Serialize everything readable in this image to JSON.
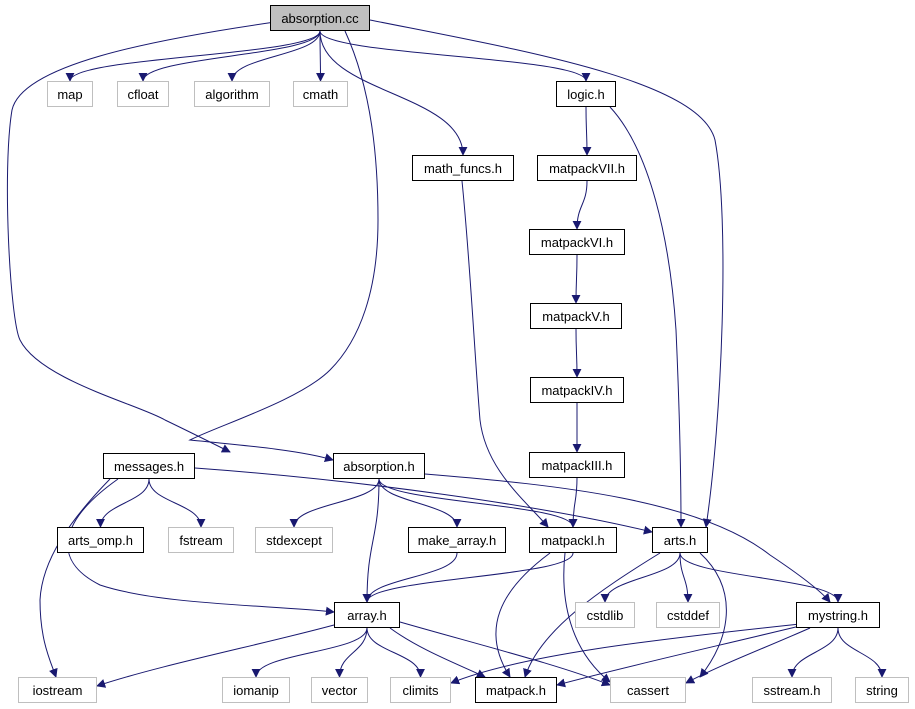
{
  "colors": {
    "edge": "#191970",
    "root_fill": "#bfbfbf",
    "local_border": "#000000",
    "system_border": "#bfbfbf"
  },
  "nodes": {
    "absorption_cc": {
      "label": "absorption.cc",
      "kind": "root"
    },
    "map": {
      "label": "map",
      "kind": "system"
    },
    "cfloat": {
      "label": "cfloat",
      "kind": "system"
    },
    "algorithm": {
      "label": "algorithm",
      "kind": "system"
    },
    "cmath": {
      "label": "cmath",
      "kind": "system"
    },
    "logic_h": {
      "label": "logic.h",
      "kind": "local"
    },
    "math_funcs_h": {
      "label": "math_funcs.h",
      "kind": "local"
    },
    "matpackVII_h": {
      "label": "matpackVII.h",
      "kind": "local"
    },
    "matpackVI_h": {
      "label": "matpackVI.h",
      "kind": "local"
    },
    "matpackV_h": {
      "label": "matpackV.h",
      "kind": "local"
    },
    "matpackIV_h": {
      "label": "matpackIV.h",
      "kind": "local"
    },
    "matpackIII_h": {
      "label": "matpackIII.h",
      "kind": "local"
    },
    "messages_h": {
      "label": "messages.h",
      "kind": "local"
    },
    "absorption_h": {
      "label": "absorption.h",
      "kind": "local"
    },
    "arts_omp_h": {
      "label": "arts_omp.h",
      "kind": "local"
    },
    "fstream": {
      "label": "fstream",
      "kind": "system"
    },
    "stdexcept": {
      "label": "stdexcept",
      "kind": "system"
    },
    "make_array_h": {
      "label": "make_array.h",
      "kind": "local"
    },
    "matpackI_h": {
      "label": "matpackI.h",
      "kind": "local"
    },
    "arts_h": {
      "label": "arts.h",
      "kind": "local"
    },
    "array_h": {
      "label": "array.h",
      "kind": "local"
    },
    "cstdlib": {
      "label": "cstdlib",
      "kind": "system"
    },
    "cstddef": {
      "label": "cstddef",
      "kind": "system"
    },
    "mystring_h": {
      "label": "mystring.h",
      "kind": "local"
    },
    "iostream": {
      "label": "iostream",
      "kind": "system"
    },
    "iomanip": {
      "label": "iomanip",
      "kind": "system"
    },
    "vector": {
      "label": "vector",
      "kind": "system"
    },
    "climits": {
      "label": "climits",
      "kind": "system"
    },
    "matpack_h": {
      "label": "matpack.h",
      "kind": "local"
    },
    "cassert": {
      "label": "cassert",
      "kind": "system"
    },
    "sstream_h": {
      "label": "sstream.h",
      "kind": "system"
    },
    "string": {
      "label": "string",
      "kind": "system"
    }
  },
  "edges": [
    [
      "absorption_cc",
      "map"
    ],
    [
      "absorption_cc",
      "cfloat"
    ],
    [
      "absorption_cc",
      "algorithm"
    ],
    [
      "absorption_cc",
      "cmath"
    ],
    [
      "absorption_cc",
      "logic_h"
    ],
    [
      "absorption_cc",
      "math_funcs_h"
    ],
    [
      "absorption_cc",
      "messages_h"
    ],
    [
      "absorption_cc",
      "absorption_h"
    ],
    [
      "absorption_cc",
      "arts_h"
    ],
    [
      "logic_h",
      "matpackVII_h"
    ],
    [
      "logic_h",
      "arts_h"
    ],
    [
      "matpackVII_h",
      "matpackVI_h"
    ],
    [
      "matpackVI_h",
      "matpackV_h"
    ],
    [
      "matpackV_h",
      "matpackIV_h"
    ],
    [
      "matpackIV_h",
      "matpackIII_h"
    ],
    [
      "matpackIII_h",
      "matpackI_h"
    ],
    [
      "math_funcs_h",
      "matpackI_h"
    ],
    [
      "messages_h",
      "arts_omp_h"
    ],
    [
      "messages_h",
      "fstream"
    ],
    [
      "messages_h",
      "arts_h"
    ],
    [
      "messages_h",
      "iostream"
    ],
    [
      "messages_h",
      "array_h"
    ],
    [
      "absorption_h",
      "stdexcept"
    ],
    [
      "absorption_h",
      "make_array_h"
    ],
    [
      "absorption_h",
      "matpackI_h"
    ],
    [
      "absorption_h",
      "array_h"
    ],
    [
      "absorption_h",
      "mystring_h"
    ],
    [
      "make_array_h",
      "array_h"
    ],
    [
      "matpackI_h",
      "array_h"
    ],
    [
      "matpackI_h",
      "matpack_h"
    ],
    [
      "matpackI_h",
      "cassert"
    ],
    [
      "arts_h",
      "cstdlib"
    ],
    [
      "arts_h",
      "cstddef"
    ],
    [
      "arts_h",
      "mystring_h"
    ],
    [
      "arts_h",
      "matpack_h"
    ],
    [
      "arts_h",
      "cassert"
    ],
    [
      "array_h",
      "iostream"
    ],
    [
      "array_h",
      "iomanip"
    ],
    [
      "array_h",
      "vector"
    ],
    [
      "array_h",
      "climits"
    ],
    [
      "array_h",
      "matpack_h"
    ],
    [
      "array_h",
      "cassert"
    ],
    [
      "mystring_h",
      "climits"
    ],
    [
      "mystring_h",
      "matpack_h"
    ],
    [
      "mystring_h",
      "cassert"
    ],
    [
      "mystring_h",
      "sstream_h"
    ],
    [
      "mystring_h",
      "string"
    ]
  ]
}
